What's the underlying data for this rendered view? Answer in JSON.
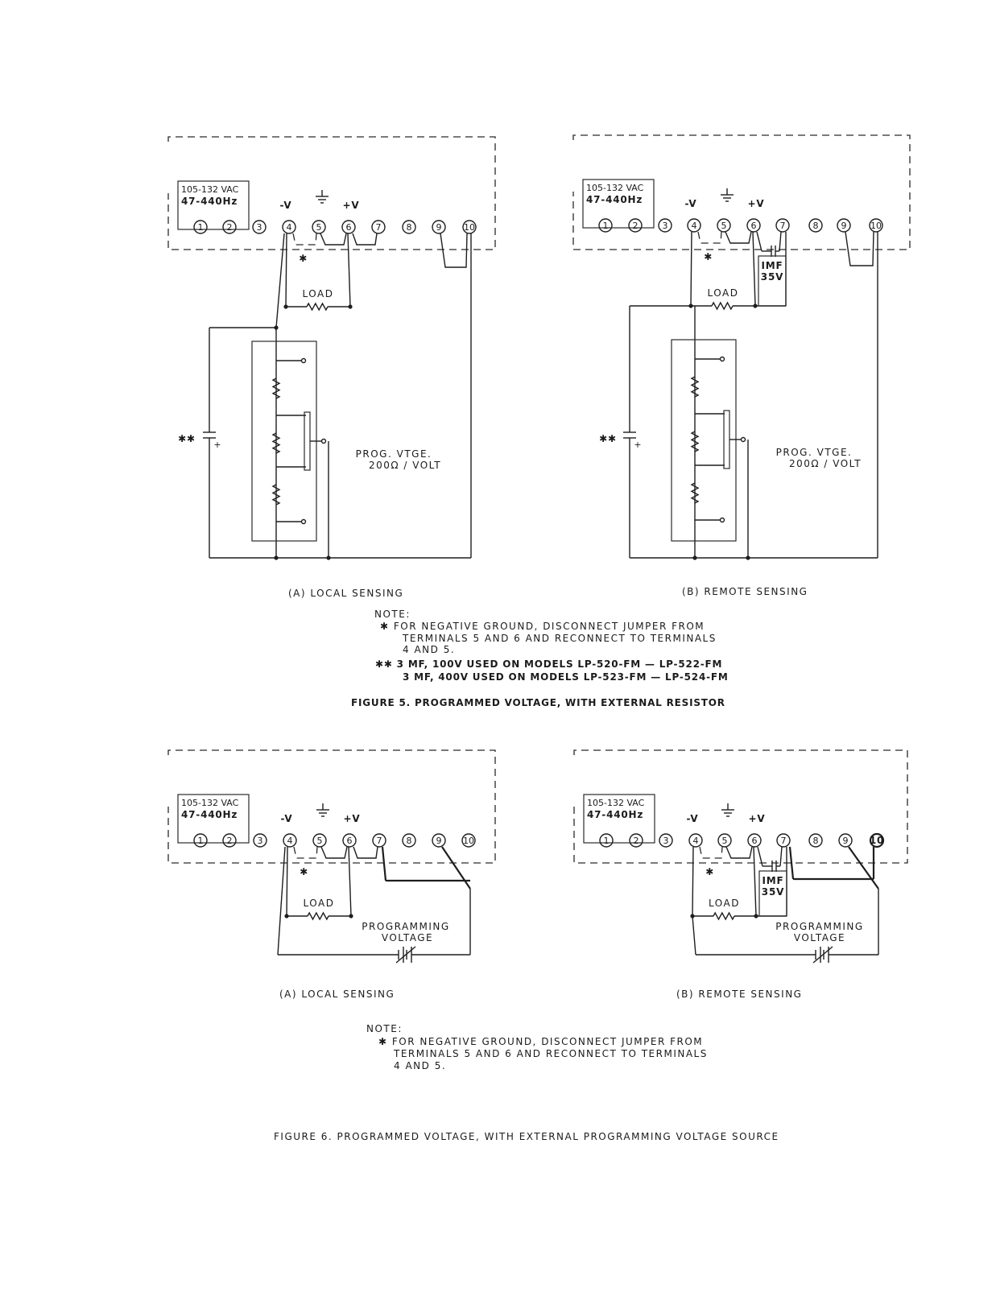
{
  "ac_input": {
    "voltage": "105-132 VAC",
    "frequency": "47-440Hz"
  },
  "polarity": {
    "neg": "-V",
    "pos": "+V"
  },
  "terminals": [
    "1",
    "2",
    "3",
    "4",
    "5",
    "6",
    "7",
    "8",
    "9",
    "10"
  ],
  "labels": {
    "load": "LOAD",
    "star": "✱",
    "double_star": "✱✱",
    "capacitor": [
      "IMF",
      "35V"
    ],
    "plus": "+",
    "prog_vtge": [
      "PROG. VTGE.",
      "200Ω / VOLT"
    ],
    "programming_voltage": [
      "PROGRAMMING",
      "VOLTAGE"
    ]
  },
  "figure5": {
    "caption_a": "(A) LOCAL SENSING",
    "caption_b": "(B) REMOTE SENSING",
    "note_title": "NOTE:",
    "note_lines": [
      "✱ FOR NEGATIVE GROUND, DISCONNECT JUMPER FROM",
      "TERMINALS 5 AND 6 AND RECONNECT TO TERMINALS",
      "4 AND 5."
    ],
    "note2_lines": [
      "✱✱ 3 MF, 100V USED ON MODELS LP-520-FM — LP-522-FM",
      "3 MF, 400V USED ON MODELS LP-523-FM — LP-524-FM"
    ],
    "title": "FIGURE 5. PROGRAMMED VOLTAGE, WITH EXTERNAL RESISTOR"
  },
  "figure6": {
    "caption_a": "(A) LOCAL SENSING",
    "caption_b": "(B) REMOTE SENSING",
    "note_title": "NOTE:",
    "note_lines": [
      "✱ FOR NEGATIVE GROUND, DISCONNECT JUMPER FROM",
      "TERMINALS 5 AND 6 AND RECONNECT TO TERMINALS",
      "4 AND 5."
    ],
    "title": "FIGURE 6. PROGRAMMED VOLTAGE, WITH EXTERNAL PROGRAMMING VOLTAGE SOURCE"
  }
}
